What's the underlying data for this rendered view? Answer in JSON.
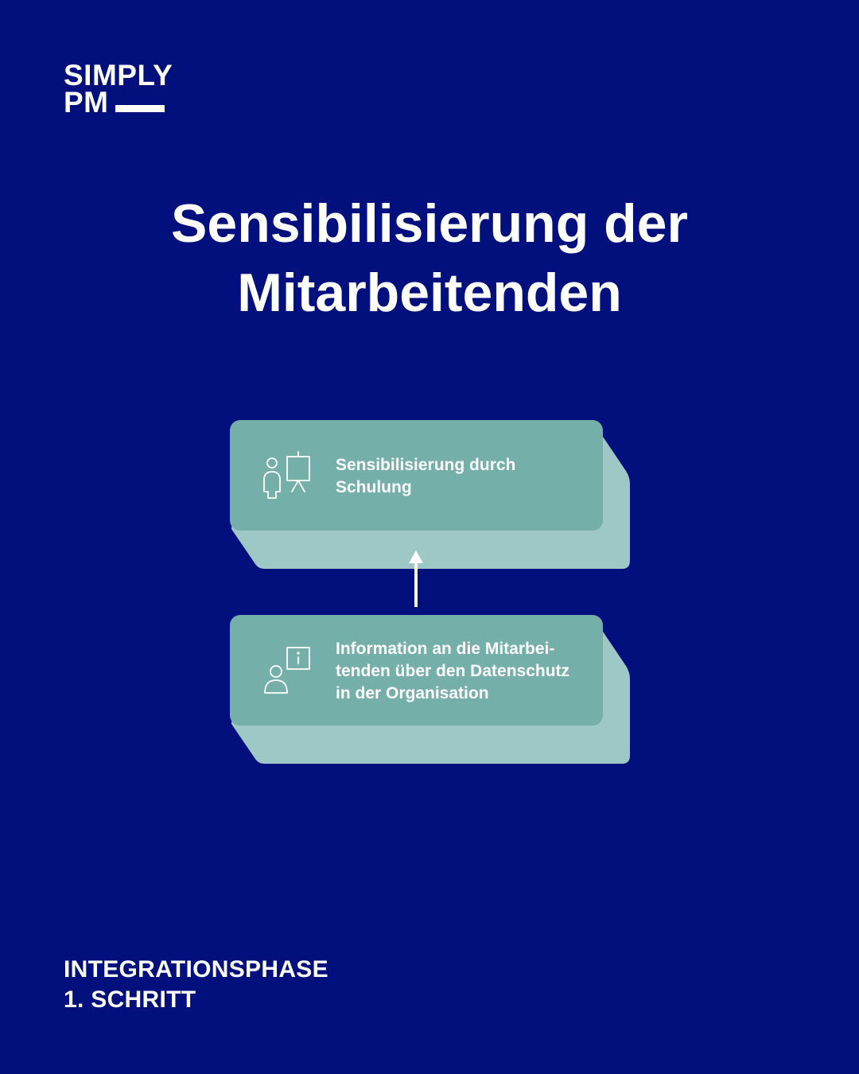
{
  "logo": {
    "line1": "SIMPLY",
    "line2": "PM"
  },
  "title": {
    "line1": "Sensibilisierung der",
    "line2": "Mitarbeitenden"
  },
  "steps": [
    {
      "text": [
        "Sensibilisierung durch",
        "Schulung"
      ],
      "icon": "presentation-icon"
    },
    {
      "text": [
        "Information an die Mitarbei-",
        "tenden über den Datenschutz",
        "in der Organisation"
      ],
      "icon": "person-info-icon"
    }
  ],
  "footer": {
    "line1": "INTEGRATIONSPHASE",
    "line2": "1. SCHRITT"
  },
  "colors": {
    "background": "#02107d",
    "card_front": "#75afa9",
    "card_back": "#9ec8c6",
    "text": "#ffffff"
  }
}
